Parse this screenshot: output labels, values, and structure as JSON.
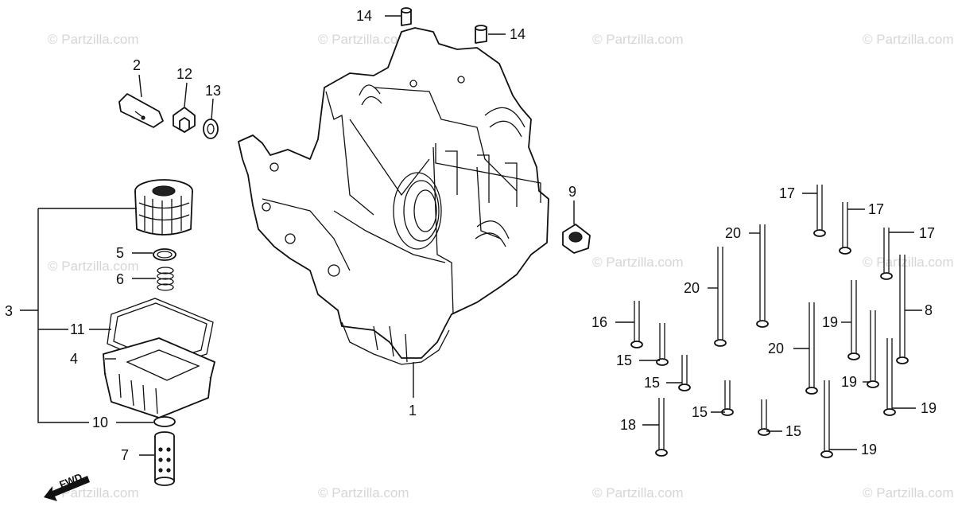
{
  "watermark": "© Partzilla.com",
  "fwd_label": "FWD",
  "callouts": {
    "c1": "1",
    "c2": "2",
    "c3": "3",
    "c4": "4",
    "c5": "5",
    "c6": "6",
    "c7": "7",
    "c8": "8",
    "c9": "9",
    "c10": "10",
    "c11": "11",
    "c12": "12",
    "c13": "13",
    "c14a": "14",
    "c14b": "14",
    "c15a": "15",
    "c15b": "15",
    "c15c": "15",
    "c15d": "15",
    "c16": "16",
    "c17a": "17",
    "c17b": "17",
    "c17c": "17",
    "c18": "18",
    "c19a": "19",
    "c19b": "19",
    "c19c": "19",
    "c19d": "19",
    "c20a": "20",
    "c20b": "20",
    "c20c": "20"
  }
}
